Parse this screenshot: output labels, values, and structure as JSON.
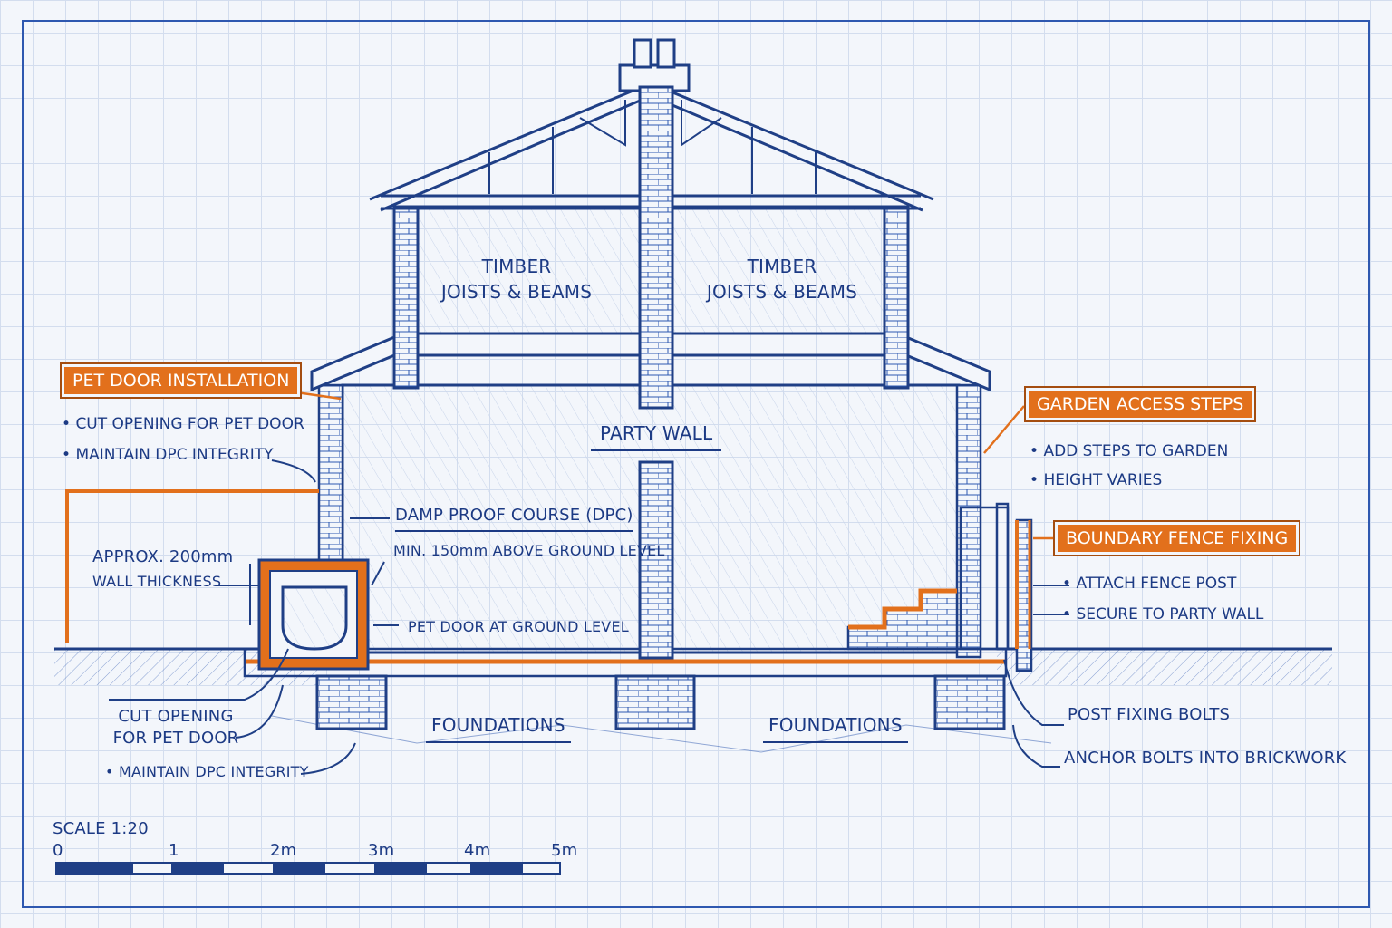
{
  "colors": {
    "ink": "#1f3f86",
    "accent": "#e2701c",
    "paper": "#f3f6fb",
    "grid": "#c9d5ea"
  },
  "roof_labels": {
    "left": [
      "TIMBER",
      "JOISTS & BEAMS"
    ],
    "right": [
      "TIMBER",
      "JOISTS & BEAMS"
    ]
  },
  "party_wall_label": "PARTY WALL",
  "callouts": {
    "pet_door": {
      "title": "PET DOOR INSTALLATION",
      "bullets": [
        "CUT OPENING FOR PET DOOR",
        "MAINTAIN DPC INTEGRITY"
      ]
    },
    "garden_steps": {
      "title": "GARDEN ACCESS STEPS",
      "bullets": [
        "ADD STEPS TO GARDEN",
        "HEIGHT VARIES"
      ]
    },
    "fence": {
      "title": "BOUNDARY FENCE FIXING",
      "bullets": [
        "ATTACH FENCE POST",
        "SECURE TO PARTY WALL"
      ]
    }
  },
  "annotations": {
    "wall_thickness": [
      "APPROX. 200mm",
      "WALL THICKNESS"
    ],
    "dpc": "DAMP PROOF COURSE (DPC)",
    "dpc_height": "MIN. 150mm ABOVE GROUND LEVEL",
    "pet_door_level": "PET DOOR AT GROUND LEVEL",
    "cut_opening": [
      "CUT OPENING",
      "FOR PET DOOR"
    ],
    "maintain_dpc": "MAINTAIN DPC INTEGRITY",
    "foundations_left": "FOUNDATIONS",
    "foundations_right": "FOUNDATIONS",
    "post_bolts": "POST FIXING BOLTS",
    "anchor_bolts": "ANCHOR BOLTS INTO BRICKWORK"
  },
  "scale": {
    "title": "SCALE 1:20",
    "ticks": [
      "0",
      "1",
      "2m",
      "3m",
      "4m",
      "5m"
    ]
  }
}
